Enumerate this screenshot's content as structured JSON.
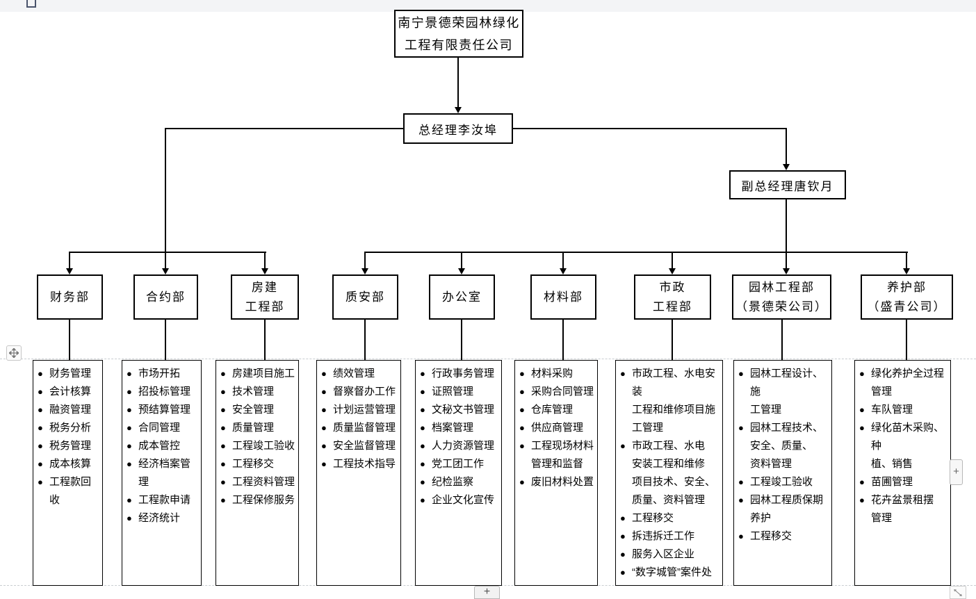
{
  "icons": {
    "bullet": "●"
  },
  "chrome": {
    "add_button_bottom_label": "+",
    "add_button_right_label": "+"
  },
  "org": {
    "root_title": "南宁景德荣园林绿化\n工程有限责任公司",
    "general_manager": "总经理李汝埠",
    "deputy_general_manager": "副总经理唐钦月",
    "departments": [
      {
        "name": "财务部",
        "duties": [
          "财务管理",
          "会计核算",
          "融资管理",
          "税务分析",
          "税务管理",
          "成本核算",
          "工程款回收"
        ]
      },
      {
        "name": "合约部",
        "duties": [
          "市场开拓",
          "招投标管理",
          "预结算管理",
          "合同管理",
          "成本管控",
          "经济档案管理",
          "工程款申请",
          "经济统计"
        ]
      },
      {
        "name": "房建\n工程部",
        "duties": [
          "房建项目施工",
          "技术管理",
          "安全管理",
          "质量管理",
          "工程竣工验收",
          "工程移交",
          "工程资料管理",
          "工程保修服务"
        ]
      },
      {
        "name": "质安部",
        "duties": [
          "绩效管理",
          "督察督办工作",
          "计划运营管理",
          "质量监督管理",
          "安全监督管理",
          "工程技术指导"
        ]
      },
      {
        "name": "办公室",
        "duties": [
          "行政事务管理",
          "证照管理",
          "文秘文书管理",
          "档案管理",
          "人力资源管理",
          "党工团工作",
          "纪检监察",
          "企业文化宣传"
        ]
      },
      {
        "name": "材料部",
        "duties": [
          "材料采购",
          "采购合同管理",
          "仓库管理",
          "供应商管理",
          "工程现场材料\n管理和监督",
          "废旧材料处置"
        ]
      },
      {
        "name": "市政\n工程部",
        "duties": [
          "市政工程、水电安装\n工程和维修项目施\n工管理",
          "市政工程、水电\n安装工程和维修\n项目技术、安全、\n质量、资料管理",
          "工程移交",
          "拆违拆迁工作",
          "服务入区企业",
          "“数字城管”案件处\n理"
        ]
      },
      {
        "name": "园林工程部\n（景德荣公司）",
        "duties": [
          "园林工程设计、施\n工管理",
          "园林工程技术、\n安全、质量、\n资料管理",
          "工程竣工验收",
          "园林工程质保期\n养护",
          "工程移交"
        ]
      },
      {
        "name": "养护部\n（盛青公司）",
        "duties": [
          "绿化养护全过程\n管理",
          "车队管理",
          "绿化苗木采购、种\n植、销售",
          "苗圃管理",
          "花卉盆景租摆\n管理"
        ]
      }
    ]
  }
}
